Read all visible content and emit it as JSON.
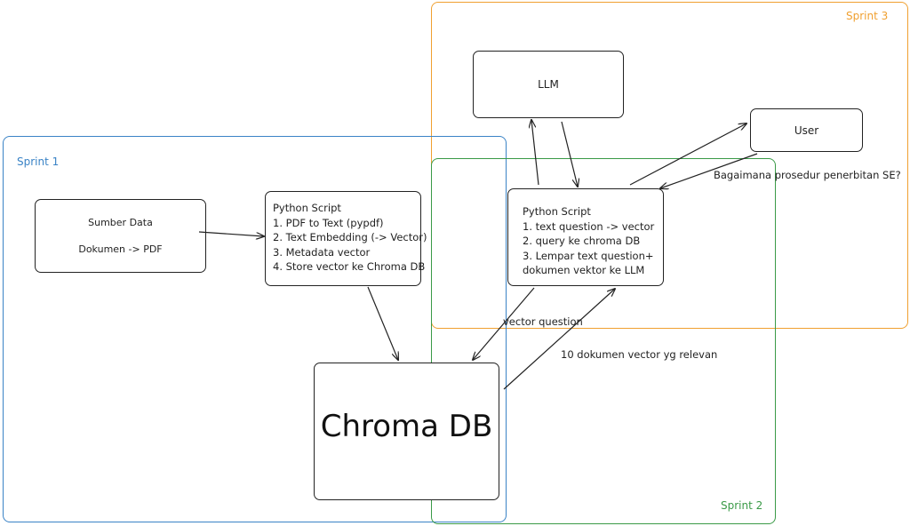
{
  "sprints": {
    "sprint1": {
      "label": "Sprint 1",
      "color": "#3a83c6"
    },
    "sprint2": {
      "label": "Sprint 2",
      "color": "#3a9a47"
    },
    "sprint3": {
      "label": "Sprint 3",
      "color": "#f0a030"
    }
  },
  "nodes": {
    "sumber_data": {
      "line1": "Sumber Data",
      "line2": "Dokumen -> PDF"
    },
    "python_script_1": {
      "title": "Python Script",
      "lines": [
        "1. PDF to Text (pypdf)",
        "2. Text Embedding (-> Vector)",
        "3. Metadata vector",
        "4. Store vector ke Chroma DB"
      ]
    },
    "chroma_db": {
      "label": "Chroma DB"
    },
    "llm": {
      "label": "LLM"
    },
    "user": {
      "label": "User"
    },
    "python_script_2": {
      "title": "Python Script",
      "lines": [
        "1. text question -> vector",
        "2. query ke chroma DB",
        "3. Lempar text question+",
        "dokumen vektor ke LLM"
      ]
    }
  },
  "edge_labels": {
    "user_question": "Bagaimana prosedur penerbitan SE?",
    "vector_question": "vector question",
    "relevant_docs": "10 dokumen vector yg relevan"
  }
}
